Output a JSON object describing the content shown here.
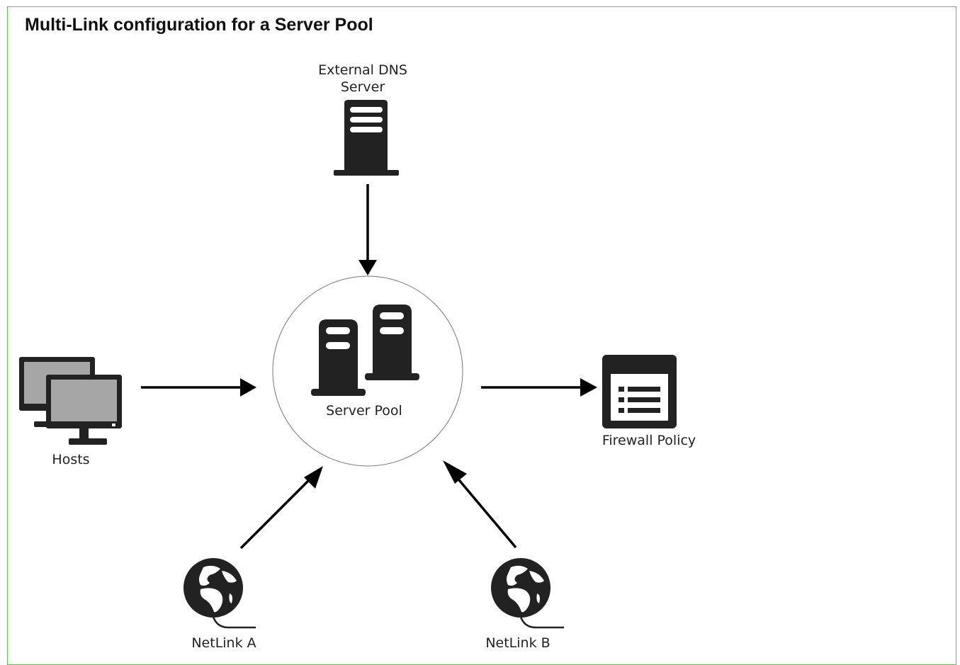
{
  "title": "Multi-Link configuration for a Server Pool",
  "nodes": {
    "dns": {
      "label_line1": "External DNS",
      "label_line2": "Server",
      "icon": "server-icon"
    },
    "pool": {
      "label": "Server Pool",
      "icon": "server-pool-icon"
    },
    "hosts": {
      "label": "Hosts",
      "icon": "computers-icon"
    },
    "firewall": {
      "label": "Firewall Policy",
      "icon": "policy-list-icon"
    },
    "netlink_a": {
      "label": "NetLink A",
      "icon": "globe-icon"
    },
    "netlink_b": {
      "label": "NetLink B",
      "icon": "globe-icon"
    }
  },
  "colors": {
    "border": "#5fc44a",
    "icon": "#222222",
    "arrow": "#000000"
  }
}
